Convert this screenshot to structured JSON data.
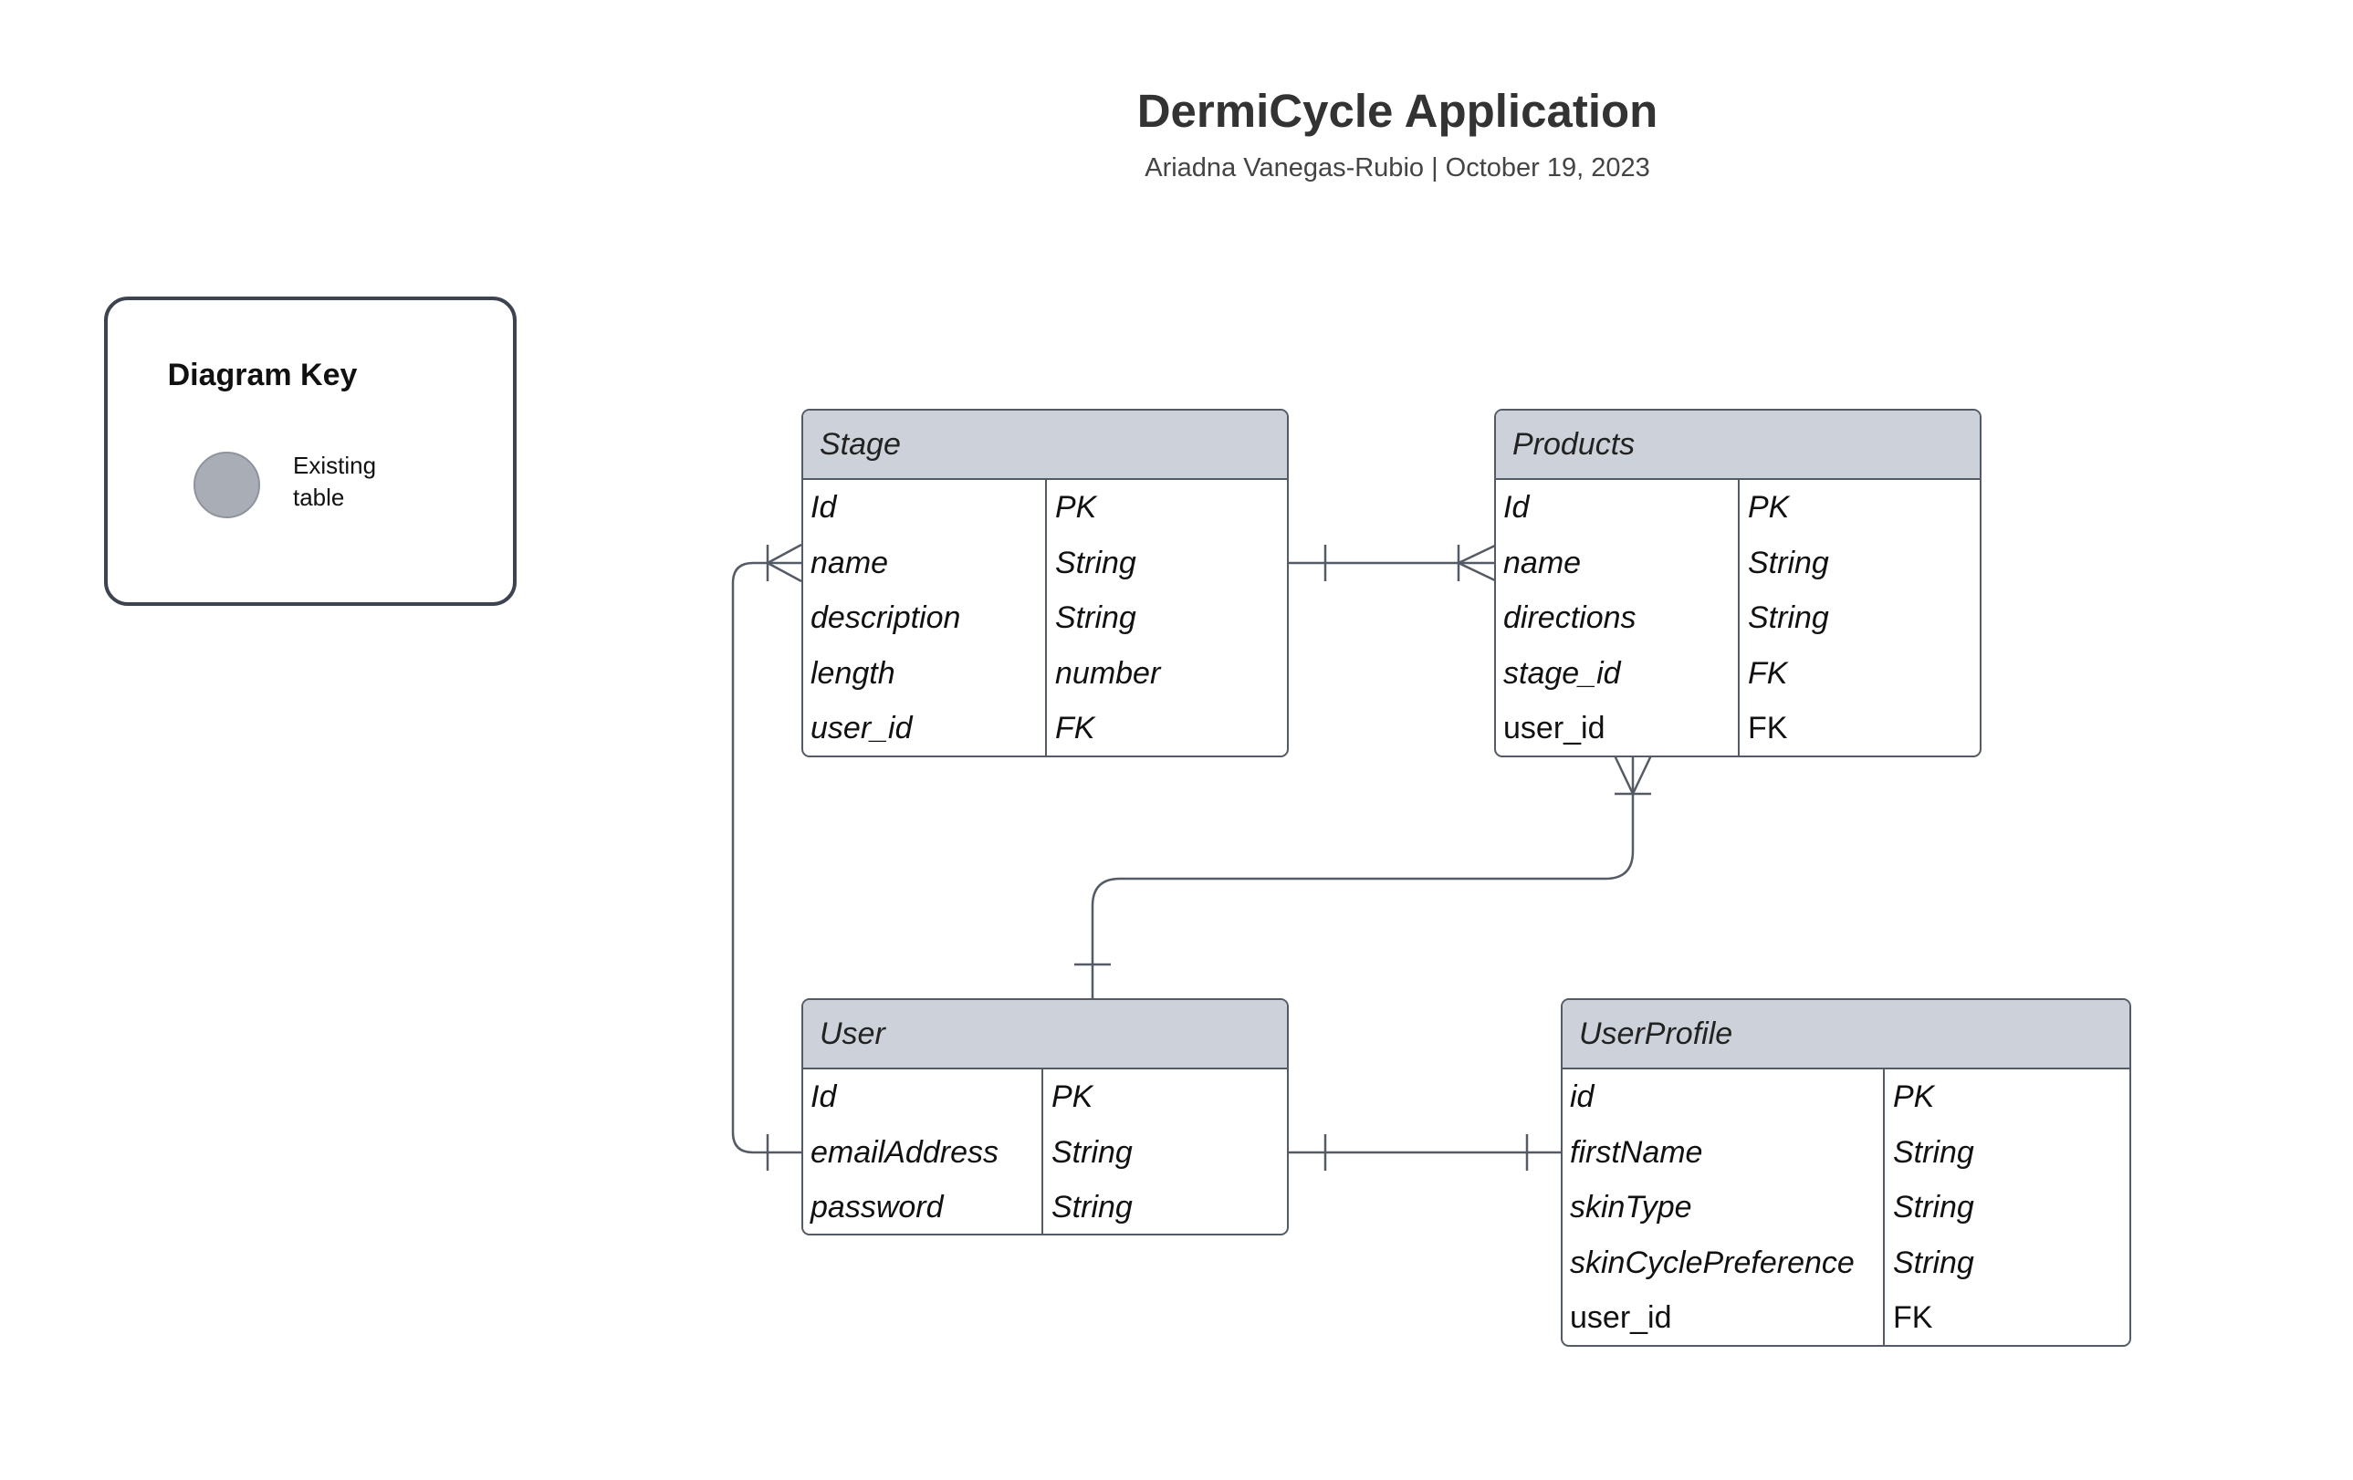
{
  "header": {
    "title": "DermiCycle Application",
    "subtitle": "Ariadna Vanegas-Rubio  |  October 19, 2023"
  },
  "key": {
    "title": "Diagram Key",
    "swatch_label": "Existing table",
    "swatch_color": "#a8adb6"
  },
  "colors": {
    "header_fill": "#cdd2da",
    "border": "#555b64",
    "line": "#555b64"
  },
  "entities": {
    "stage": {
      "name": "Stage",
      "fields": [
        {
          "name": "Id",
          "type": "PK"
        },
        {
          "name": "name",
          "type": "String"
        },
        {
          "name": "description",
          "type": "String"
        },
        {
          "name": "length",
          "type": "number"
        },
        {
          "name": "user_id",
          "type": "FK"
        }
      ]
    },
    "products": {
      "name": "Products",
      "fields": [
        {
          "name": "Id",
          "type": "PK"
        },
        {
          "name": "name",
          "type": "String"
        },
        {
          "name": "directions",
          "type": "String"
        },
        {
          "name": "stage_id",
          "type": "FK"
        },
        {
          "name": "user_id",
          "type": "FK"
        }
      ]
    },
    "user": {
      "name": "User",
      "fields": [
        {
          "name": "Id",
          "type": "PK"
        },
        {
          "name": "emailAddress",
          "type": "String"
        },
        {
          "name": "password",
          "type": "String"
        }
      ]
    },
    "userprofile": {
      "name": "UserProfile",
      "fields": [
        {
          "name": "id",
          "type": "PK"
        },
        {
          "name": "firstName",
          "type": "String"
        },
        {
          "name": "skinType",
          "type": "String"
        },
        {
          "name": "skinCyclePreference",
          "type": "String"
        },
        {
          "name": "user_id",
          "type": "FK"
        }
      ]
    }
  },
  "relationships": [
    {
      "from": "Stage",
      "to": "Products",
      "from_cardinality": "one",
      "to_cardinality": "many"
    },
    {
      "from": "User",
      "to": "Products",
      "from_cardinality": "one",
      "to_cardinality": "many"
    },
    {
      "from": "User",
      "to": "Stage",
      "from_cardinality": "one",
      "to_cardinality": "many"
    },
    {
      "from": "User",
      "to": "UserProfile",
      "from_cardinality": "one",
      "to_cardinality": "one"
    }
  ]
}
